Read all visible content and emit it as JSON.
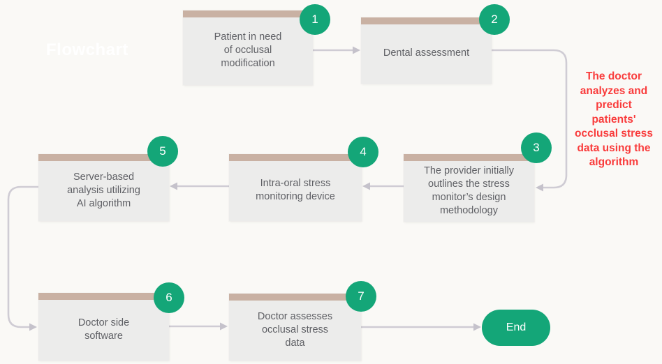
{
  "watermark": {
    "text": "Flowchart"
  },
  "nodes": [
    {
      "id": "1",
      "badge": "1",
      "label": "Patient in need\nof occlusal\nmodification"
    },
    {
      "id": "2",
      "badge": "2",
      "label": "Dental assessment"
    },
    {
      "id": "3",
      "badge": "3",
      "label": "The provider initially\noutlines the stress\nmonitor’s design\nmethodology"
    },
    {
      "id": "4",
      "badge": "4",
      "label": "Intra-oral stress\nmonitoring device"
    },
    {
      "id": "5",
      "badge": "5",
      "label": "Server-based\nanalysis utilizing\nAI algorithm"
    },
    {
      "id": "6",
      "badge": "6",
      "label": "Doctor side\nsoftware"
    },
    {
      "id": "7",
      "badge": "7",
      "label": "Doctor assesses\nocclusal stress\ndata"
    }
  ],
  "end_node": {
    "label": "End"
  },
  "annotation": {
    "text": "The doctor\nanalyzes and\npredict\npatients'\nocclusal stress\ndata using the\nalgorithm"
  },
  "edges": [
    "1→2",
    "2→3",
    "3→4",
    "4→5",
    "5→6",
    "6→7",
    "7→End"
  ],
  "colors": {
    "background": "#faf9f6",
    "node_fill": "#ececeb",
    "node_top_bar": "#c9b1a3",
    "badge_green": "#14a678",
    "arrow_gray": "#cfccd4",
    "annotation_red": "#f93b3b",
    "node_text": "#5f6065"
  }
}
